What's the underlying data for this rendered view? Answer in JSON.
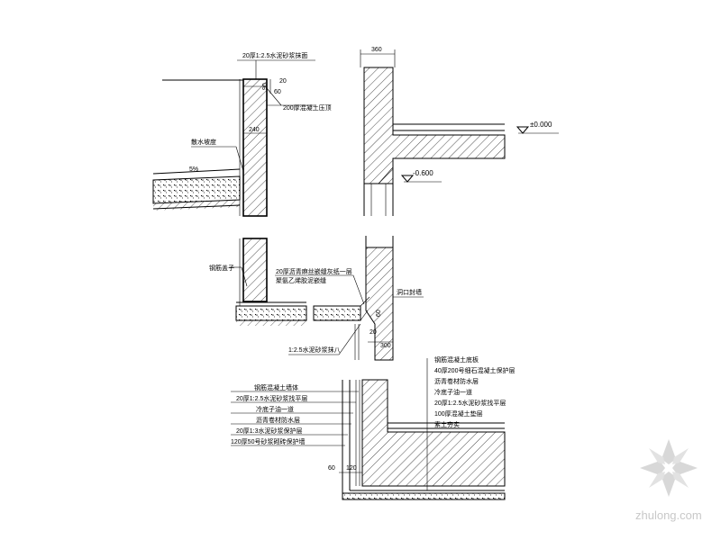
{
  "labels": {
    "parapet_plaster": "20厚1:2.5水泥砂浆抹面",
    "coping": "200厚混凝土压顶",
    "drain_slope": "散水坡度",
    "slope": "5%",
    "tile_cap": "钢筋盖子",
    "joint_note_1": "20厚沥青麻丝嵌缝灰纸一层",
    "joint_note_2": "聚氨乙烯胶泥嵌缝",
    "hole_edge": "洞口封墙",
    "base_plaster": "1:2.5水泥砂浆抹八",
    "left_layers": [
      "钢筋混凝土墙体",
      "20厚1:2.5水泥砂浆找平层",
      "冷底子油一道",
      "沥青卷材防水层",
      "20厚1:3水泥砂浆保护层",
      "120厚50号砂浆砌砖保护墙"
    ],
    "right_layers": [
      "钢筋混凝土底板",
      "40厚200号细石混凝土保护层",
      "沥青卷材防水层",
      "冷底子油一道",
      "20厚1:2.5水泥砂浆找平层",
      "100厚混凝土垫层",
      "素土夯实"
    ]
  },
  "dimensions": {
    "d360": "360",
    "d240": "240",
    "d90": "90",
    "d20a": "20",
    "d60a": "60",
    "d300": "300",
    "d20b": "20",
    "d60b": "60",
    "d120": "120"
  },
  "elevations": {
    "zero": "±0.000",
    "minus": "-0.600"
  },
  "watermark": "zhulong.com"
}
